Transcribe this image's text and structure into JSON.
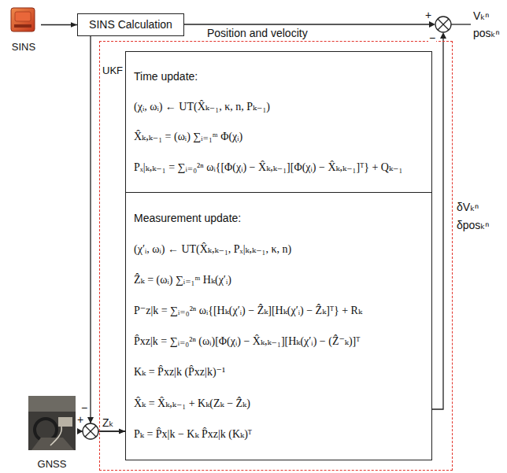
{
  "diagram": {
    "nodes": [
      {
        "text": [
          "SINS"
        ]
      },
      {
        "text": [
          "SINS Calculation"
        ]
      },
      {
        "text": [
          "UKF"
        ]
      },
      {
        "text": [
          "Time update:",
          "(χᵢ, ωᵢ) ← UT(X̂ₖ₋₁, κ, n, Pₖ₋₁)",
          "X̂ₖ,ₖ₋₁ = (ωᵢ) ∑ᵢ₌₁ᵐ Φ(χᵢ)",
          "Pₓ|ₖ,ₖ₋₁ = ∑ᵢ₌₀²ⁿ ωᵢ{[Φ(χᵢ) − X̂ₖ,ₖ₋₁][Φ(χᵢ) − X̂ₖ,ₖ₋₁]ᵀ} + Qₖ₋₁"
        ],
        "in": 2
      },
      {
        "text": [
          "Measurement update:",
          "(χ′ᵢ, ωᵢ) ← UT(X̂ₖ,ₖ₋₁, Pₓ|ₖ,ₖ₋₁, κ, n)",
          "Ẑₖ = (ωᵢ) ∑ᵢ₌₁ᵐ Hₖ(χ′ᵢ)",
          "P⁻z|k = ∑ᵢ₌₀²ⁿ ωᵢ{[Hₖ(χ′ᵢ) − Ẑₖ][Hₖ(χ′ᵢ) − Ẑₖ]ᵀ} + Rₖ",
          "P̂xz|k = ∑ᵢ₌₀²ⁿ (ωᵢ)[Φ(χᵢ) − X̂ₖ,ₖ₋₁][Hₖ(χ′ᵢ) − (Ẑ⁻ₖ)]ᵀ",
          "Kₖ = P̂xz|k (P̂xz|k)⁻¹",
          "X̂ₖ = X̂ₖ,ₖ₋₁ + Kₖ(Zₖ − Ẑₖ)",
          "Pₖ = P̂x|k − Kₖ P̂xz|k (Kₖ)ᵀ"
        ],
        "in": 2
      },
      {
        "text": [
          "GNSS"
        ]
      }
    ],
    "edges": [
      {
        "from": 0,
        "to": 1,
        "arrow": "to"
      },
      {
        "from": 1,
        "to": 4,
        "arrow": "to"
      },
      {
        "from": 5,
        "to": 4,
        "label": "Zₖ",
        "arrow": "to"
      }
    ],
    "labels": [
      "Position and velocity",
      "+",
      "−",
      "Vₖⁿ",
      "posₖⁿ",
      "δVₖⁿ",
      "δposₖⁿ",
      "−",
      "+"
    ]
  }
}
